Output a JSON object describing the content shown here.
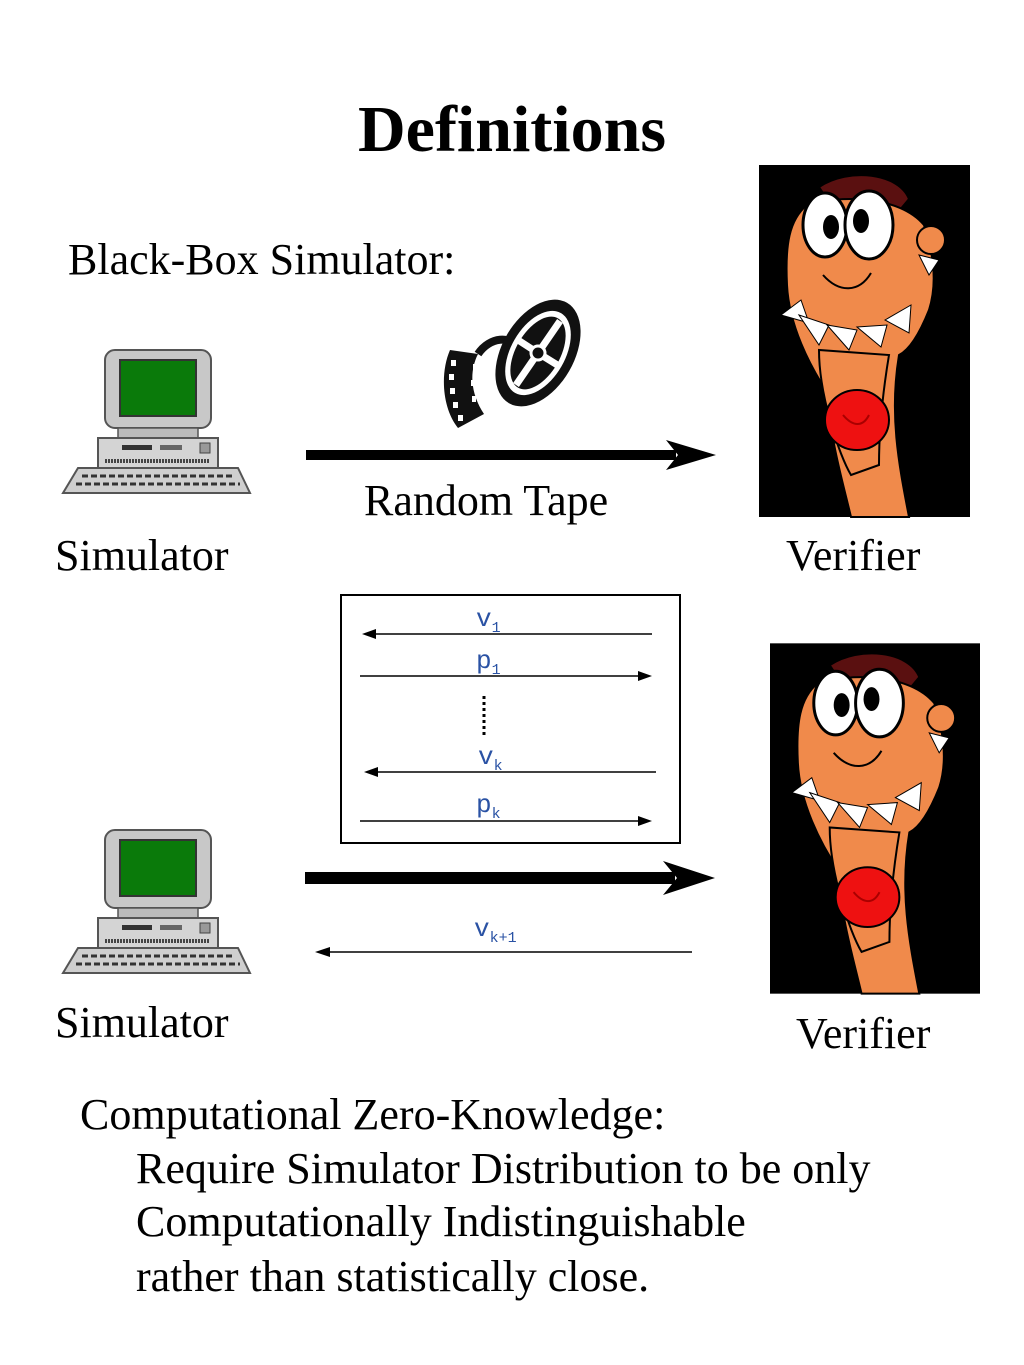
{
  "title": "Definitions",
  "subtitle": "Black-Box Simulator:",
  "top_section": {
    "arrow_label": "Random Tape",
    "left_label": "Simulator",
    "right_label": "Verifier"
  },
  "transcript": {
    "messages": [
      {
        "letter": "v",
        "sub": "1"
      },
      {
        "letter": "p",
        "sub": "1"
      },
      {
        "letter": "v",
        "sub": "k"
      },
      {
        "letter": "p",
        "sub": "k"
      }
    ]
  },
  "bottom_section": {
    "reply": {
      "letter": "v",
      "sub": "k+1"
    },
    "left_label": "Simulator",
    "right_label": "Verifier"
  },
  "definition": {
    "heading": "Computational Zero-Knowledge:",
    "lines": [
      "Require Simulator Distribution to be only",
      "Computationally Indistinguishable",
      "rather than statistically close."
    ]
  },
  "colors": {
    "message_text": "#2a52a4",
    "screen": "#0a7a0a",
    "face": "#f08a4b",
    "tongue": "#ee1111"
  }
}
